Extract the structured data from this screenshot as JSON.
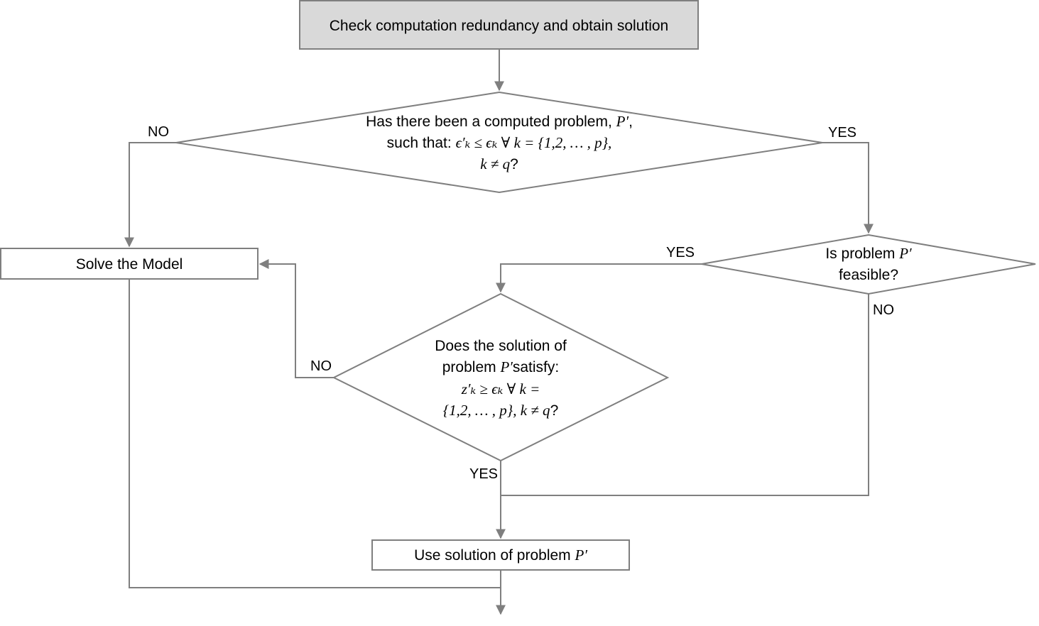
{
  "nodes": {
    "start": {
      "text": "Check computation redundancy and obtain solution",
      "fill": "#d9d9d9"
    },
    "decision_computed": {
      "line1_prefix": "Has there been a computed problem, ",
      "line1_math": "P′",
      "line1_suffix": ",",
      "line2_prefix": "such that: ",
      "line2_math": "ϵ′ₖ ≤ ϵₖ ∀ k = {1,2, … , p},",
      "line3_math": "k ≠ q",
      "line3_suffix": "?"
    },
    "solve_model": {
      "text": "Solve the Model"
    },
    "decision_feasible": {
      "line1_prefix": "Is problem ",
      "line1_math": "P′",
      "line2": "feasible?"
    },
    "decision_satisfy": {
      "line1": "Does the solution of",
      "line2_prefix": "problem ",
      "line2_math": "P′",
      "line2_suffix": "satisfy:",
      "line3_math": "z′ₖ ≥ ϵₖ ∀ k =",
      "line4_math": "{1,2, … , p},  k ≠ q",
      "line4_suffix": "?"
    },
    "use_solution": {
      "text_prefix": "Use solution of problem ",
      "text_math": "P′"
    }
  },
  "edge_labels": {
    "computed_no": "NO",
    "computed_yes": "YES",
    "feasible_yes": "YES",
    "feasible_no": "NO",
    "satisfy_no": "NO",
    "satisfy_yes": "YES"
  },
  "colors": {
    "stroke": "#7f7f7f",
    "start_fill": "#d9d9d9",
    "node_fill": "#ffffff",
    "text": "#000000"
  }
}
